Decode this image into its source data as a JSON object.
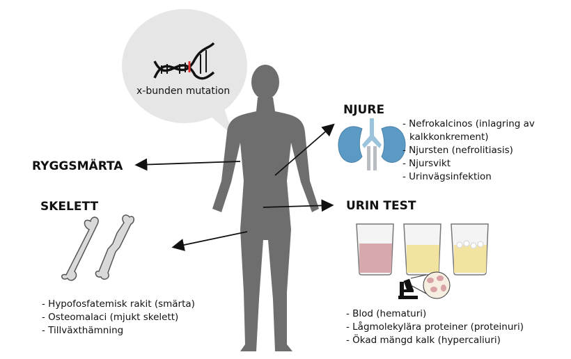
{
  "bubble": {
    "caption": "x-bunden mutation"
  },
  "labels": {
    "back_pain": "RYGGSMÄRTA",
    "skeleton": "SKELETT",
    "kidney": "NJURE",
    "urine_test": "URIN TEST"
  },
  "kidney_list": [
    "- Nefrokalcinos (inlagring av",
    "kalkkonkrement)",
    "- Njursten (nefrolitiasis)",
    "- Njursvikt",
    "- Urinvägsinfektion"
  ],
  "skeleton_list": [
    "- Hypofosfatemisk rakit (smärta)",
    "- Osteomalaci (mjukt skelett)",
    "- Tillväxthämning"
  ],
  "urine_list": [
    "- Blod (hematuri)",
    "- Lågmolekylära proteiner (proteinuri)",
    "- Ökad mängd kalk (hypercaliuri)"
  ],
  "colors": {
    "silhouette": "#6e6e6e",
    "bubble": "#e6e6e6",
    "kidney": "#5b9ac4",
    "blood": "#d7a9ad",
    "urine": "#f3e3a0"
  }
}
